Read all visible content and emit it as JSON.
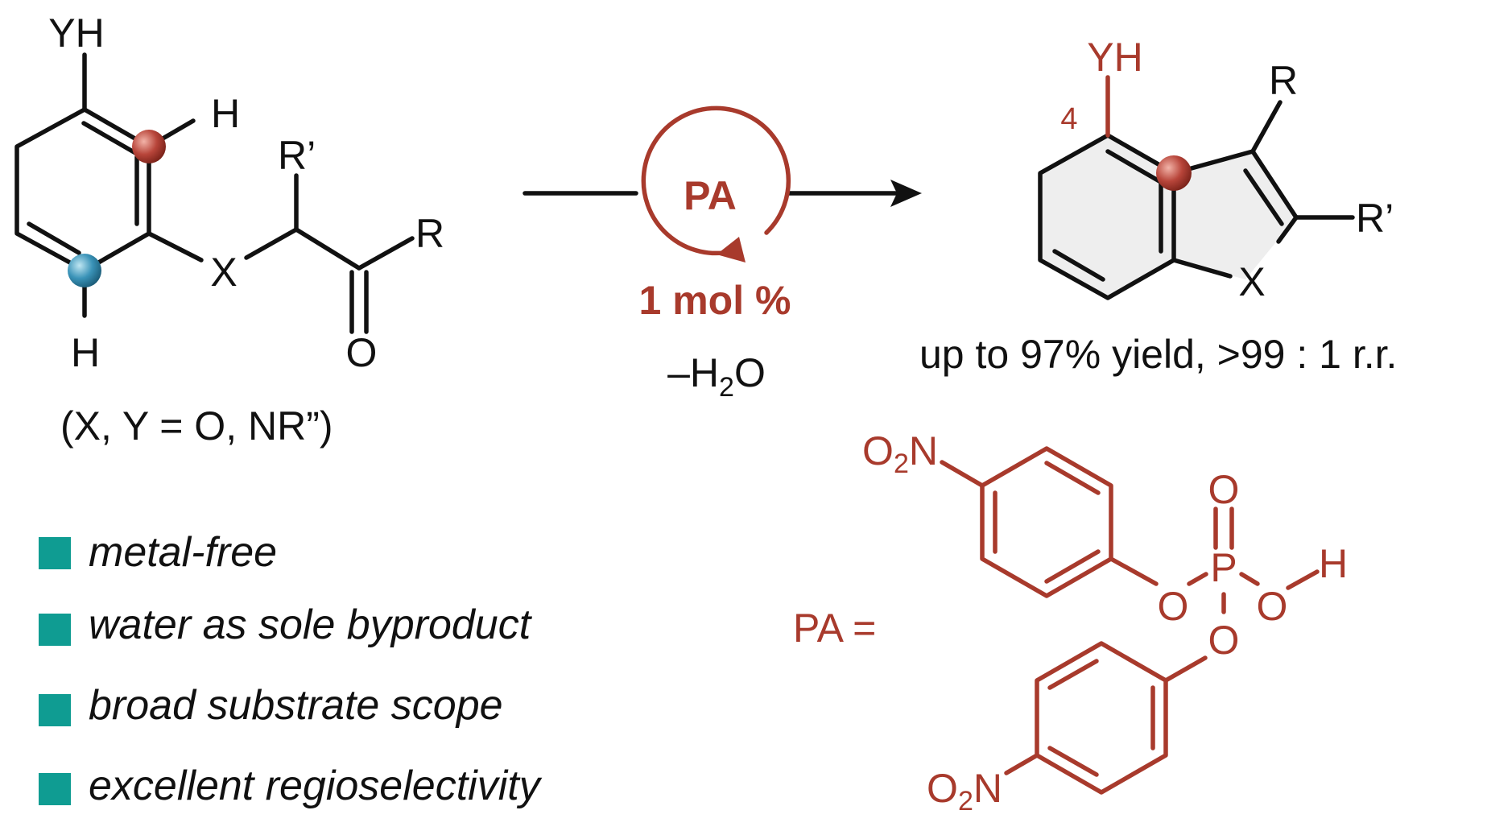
{
  "colors": {
    "accent_red": "#a83a2c",
    "bullet_teal": "#0f9c92",
    "marker_blue": "#2e86b0",
    "text_black": "#111111",
    "ring_fill_gray": "#eeeeee"
  },
  "reactant": {
    "yh": "YH",
    "h_top": "H",
    "h_bottom": "H",
    "x": "X",
    "r_prime": "R’",
    "r": "R",
    "o": "O",
    "note": "(X, Y = O, NR”)"
  },
  "conditions": {
    "catalyst": "PA",
    "loading": "1 mol %",
    "byproduct_dash": "–H",
    "byproduct_sub": "2",
    "byproduct_o": "O"
  },
  "product": {
    "yh": "YH",
    "position": "4",
    "r": "R",
    "r_prime": "R’",
    "x": "X",
    "result": "up to 97% yield, >99 : 1 r.r."
  },
  "catalyst_structure": {
    "label": "PA =",
    "o2": "O",
    "o2_sub": "2",
    "n": "N",
    "o_double": "O",
    "p": "P",
    "o_ester_left": "O",
    "o_hydroxyl": "O",
    "h": "H",
    "o_ester_bottom": "O"
  },
  "features": [
    "metal-free",
    "water as sole byproduct",
    "broad substrate scope",
    "excellent regioselectivity"
  ]
}
